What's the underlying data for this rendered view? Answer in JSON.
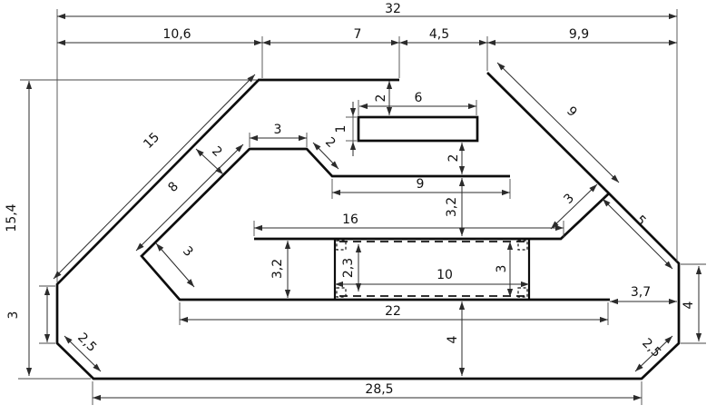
{
  "drawing": {
    "background": "#ffffff",
    "line_color": "#0d0d0d",
    "dims": {
      "overall_width": "32",
      "top_seg1": "10,6",
      "top_seg2": "7",
      "top_seg3": "4,5",
      "top_seg4": "9,9",
      "overall_height": "15,4",
      "left_slant": "15",
      "inner_slant": "8",
      "slant_gap": "2",
      "notch_top": "3",
      "notch_chamfer": "2",
      "tab_offset": "2",
      "tab_width": "6",
      "tab_height": "1",
      "tab_gap": "2",
      "shelf_width": "9",
      "shelf_gap": "3,2",
      "plate_top_width": "16",
      "right_slant": "9",
      "right_notch_slant": "3",
      "right_corner_slant": "5",
      "left_edge_height": "3",
      "pocket_slant": "3",
      "plate_thickness": "3,2",
      "slot_inner_height": "2,3",
      "slot_width": "10",
      "slot_height": "3",
      "plate_bottom_width": "22",
      "right_gap": "3,7",
      "right_edge_height": "4",
      "chamfer_left": "2,5",
      "chamfer_right": "2,5",
      "base_gap": "4",
      "bottom_width": "28,5"
    }
  }
}
